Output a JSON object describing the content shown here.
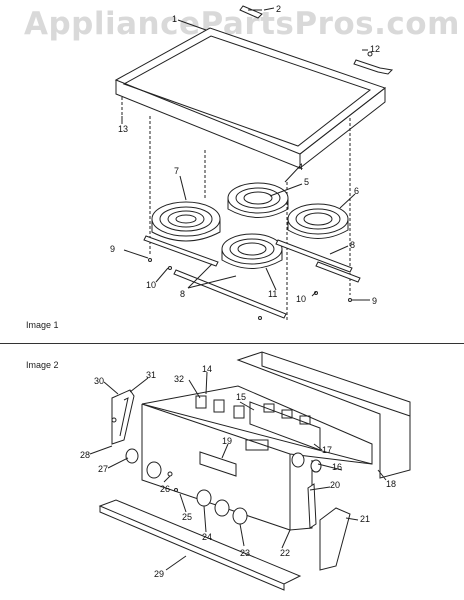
{
  "watermark": "AppliancePartsPros.com",
  "sections": [
    {
      "label": "Image 1"
    },
    {
      "label": "Image 2"
    }
  ],
  "callouts_image1": [
    "1",
    "2",
    "12",
    "13",
    "7",
    "4",
    "5",
    "6",
    "9",
    "8",
    "10",
    "8",
    "11",
    "10",
    "9"
  ],
  "callouts_image2": [
    "14",
    "32",
    "30",
    "31",
    "15",
    "19",
    "17",
    "16",
    "18",
    "28",
    "27",
    "26",
    "25",
    "20",
    "24",
    "23",
    "22",
    "21",
    "29"
  ],
  "colors": {
    "line": "#222222",
    "watermark": "#d9d9d9"
  }
}
